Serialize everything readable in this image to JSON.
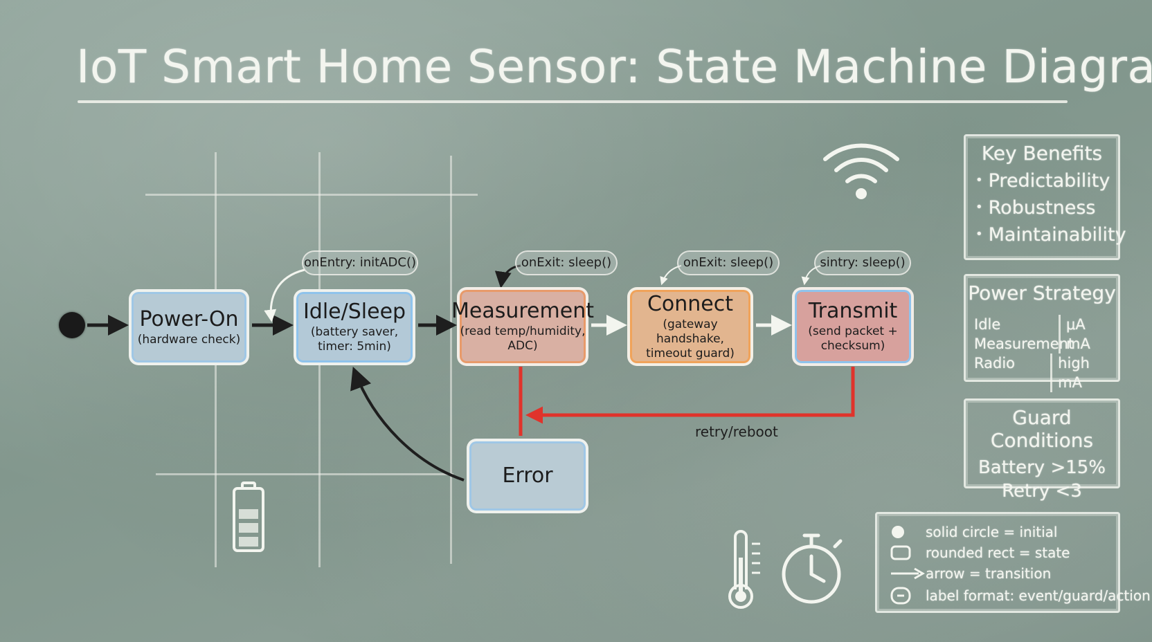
{
  "title": "IoT Smart Home Sensor: State Machine Diagram",
  "states": {
    "poweron": {
      "name": "Power-On",
      "sub": [
        "(hardware check)"
      ]
    },
    "idle": {
      "name": "Idle/Sleep",
      "sub": [
        "(battery saver,",
        "timer: 5min)"
      ]
    },
    "measure": {
      "name": "Measurement",
      "sub": [
        "(read temp/humidity,",
        "ADC)"
      ]
    },
    "connect": {
      "name": "Connect",
      "sub": [
        "(gateway handshake,",
        "timeout guard)"
      ]
    },
    "transmit": {
      "name": "Transmit",
      "sub": [
        "(send packet +",
        "checksum)"
      ]
    },
    "error": {
      "name": "Error",
      "sub": []
    }
  },
  "annotations": {
    "idle_entry": "onEntry: initADC()",
    "measure_exit": "onExit: sleep()",
    "connect_exit": "onExit: sleep()",
    "transmit_entry": "sintry: sleep()"
  },
  "transitions": {
    "retry_label": "retry/reboot"
  },
  "benefits": {
    "title": "Key Benefits",
    "items": [
      "Predictability",
      "Robustness",
      "Maintainability"
    ]
  },
  "power": {
    "title": "Power Strategy",
    "rows": [
      {
        "mode": "Idle",
        "level": "μA"
      },
      {
        "mode": "Measurement",
        "level": "mA"
      },
      {
        "mode": "Radio",
        "level": "high mA"
      }
    ]
  },
  "guard": {
    "title": "Guard Conditions",
    "lines": [
      "Battery >15%",
      "Retry <3"
    ]
  },
  "legend": {
    "items": [
      {
        "symbol": "solid-circle-icon",
        "text": "solid circle = initial"
      },
      {
        "symbol": "rounded-rect-icon",
        "text": "rounded rect = state"
      },
      {
        "symbol": "arrow-icon",
        "text": "arrow = transition"
      },
      {
        "symbol": "label-icon",
        "text": "label format: event/guard/action"
      }
    ]
  },
  "colors": {
    "error_path": "#e0332b",
    "arrow": "#1e1e1e",
    "chalk": "#f3f5ef"
  }
}
